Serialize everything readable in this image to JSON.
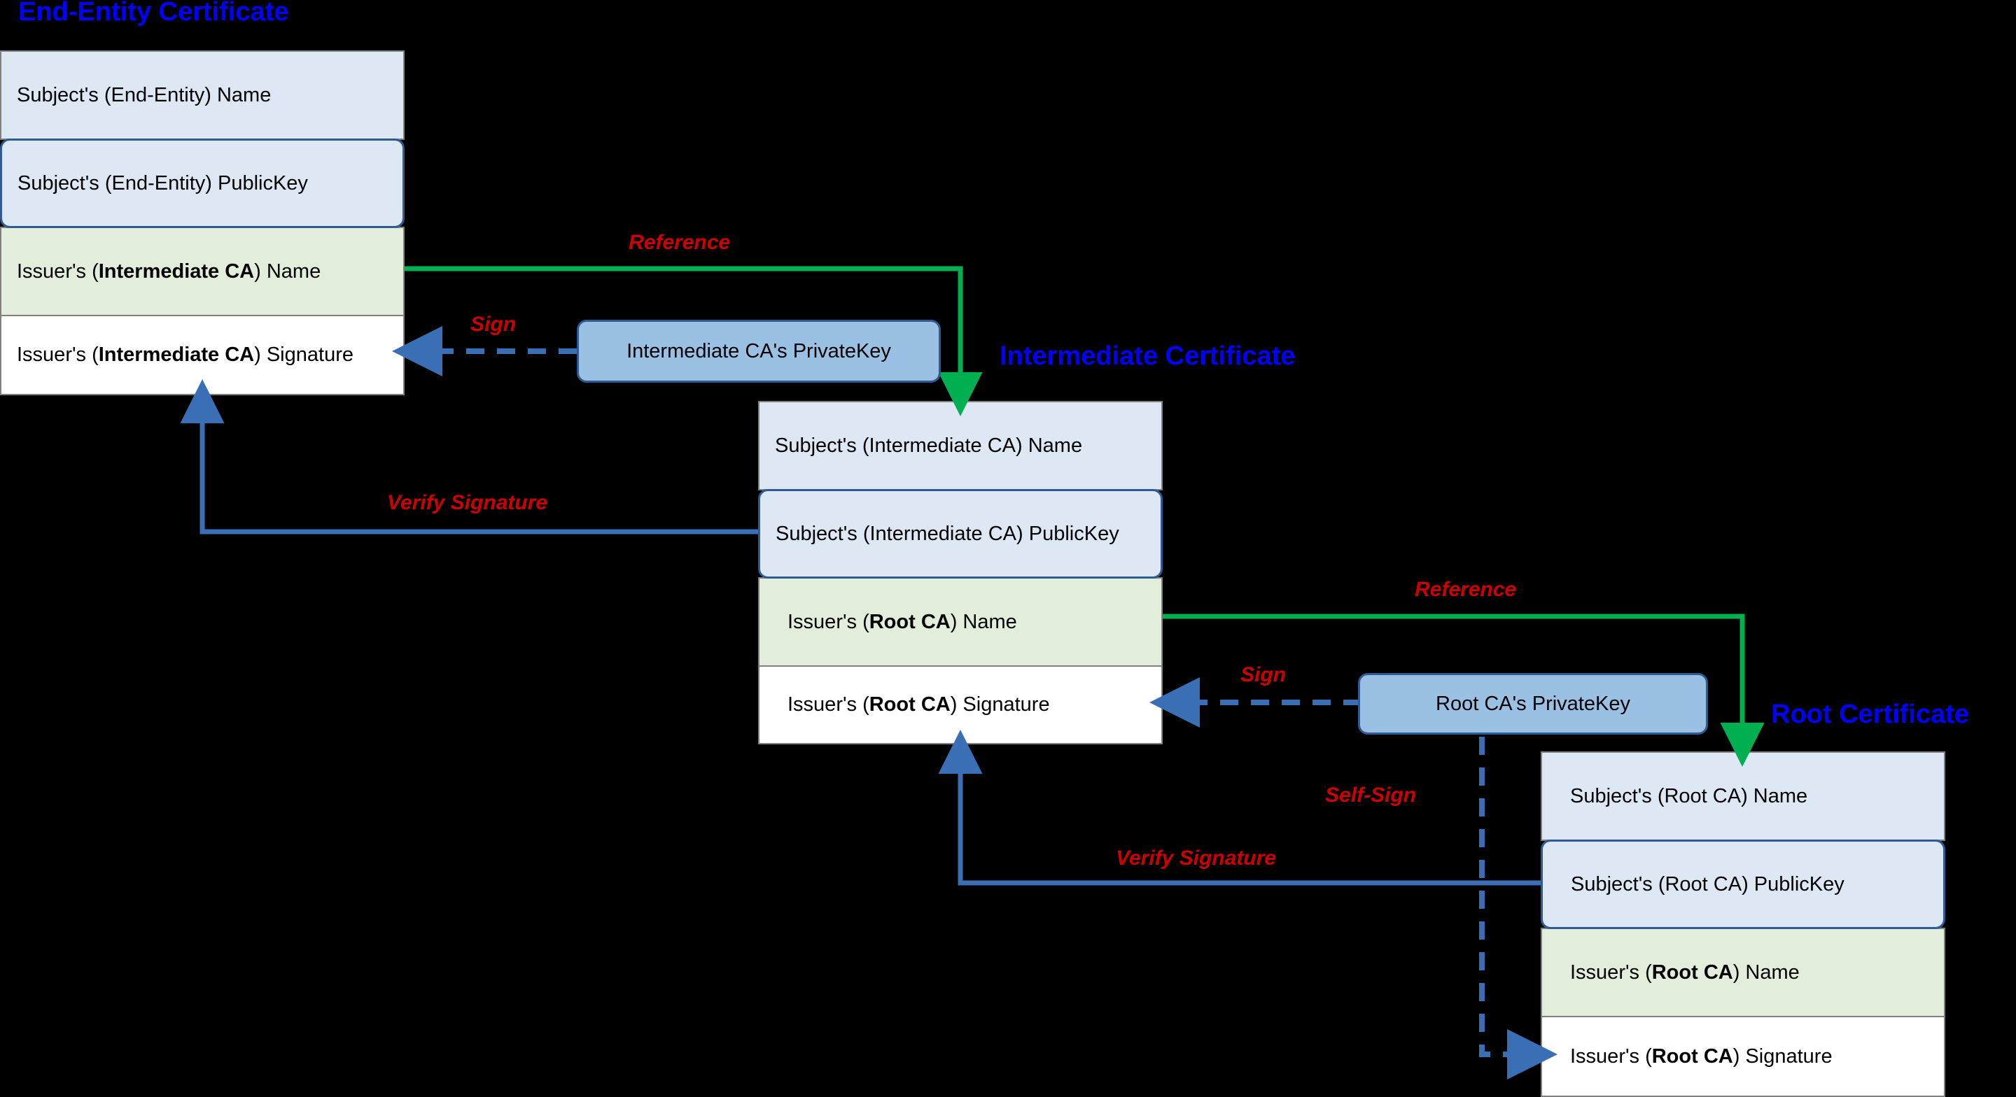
{
  "diagram": {
    "title_color": "#0000FF",
    "label_color": "#CC0000",
    "reference_color": "#00B050",
    "sign_color": "#3A6FB5"
  },
  "certificates": [
    {
      "id": "end-entity",
      "title": "End-Entity Certificate",
      "rows": [
        {
          "kind": "subject-name",
          "text": "Subject's (End-Entity) Name"
        },
        {
          "kind": "subject-pubkey",
          "text": "Subject's (End-Entity) PublicKey"
        },
        {
          "kind": "issuer-name",
          "text_prefix": "Issuer's (",
          "text_bold": "Intermediate CA",
          "text_suffix": ") Name"
        },
        {
          "kind": "issuer-sig",
          "text_prefix": "Issuer's (",
          "text_bold": "Intermediate CA",
          "text_suffix": ") Signature"
        }
      ]
    },
    {
      "id": "intermediate",
      "title": "Intermediate Certificate",
      "rows": [
        {
          "kind": "subject-name",
          "text": "Subject's (Intermediate CA) Name"
        },
        {
          "kind": "subject-pubkey",
          "text": "Subject's (Intermediate CA) PublicKey"
        },
        {
          "kind": "issuer-name",
          "text_prefix": "Issuer's (",
          "text_bold": "Root CA",
          "text_suffix": ") Name"
        },
        {
          "kind": "issuer-sig",
          "text_prefix": "Issuer's (",
          "text_bold": "Root CA",
          "text_suffix": ") Signature"
        }
      ]
    },
    {
      "id": "root",
      "title": "Root Certificate",
      "rows": [
        {
          "kind": "subject-name",
          "text": "Subject's (Root CA) Name"
        },
        {
          "kind": "subject-pubkey",
          "text": "Subject's (Root CA) PublicKey"
        },
        {
          "kind": "issuer-name",
          "text_prefix": "Issuer's (",
          "text_bold": "Root CA",
          "text_suffix": ") Name"
        },
        {
          "kind": "issuer-sig",
          "text_prefix": "Issuer's (",
          "text_bold": "Root CA",
          "text_suffix": ") Signature"
        }
      ]
    }
  ],
  "private_keys": [
    {
      "id": "intermediate-ca-privatekey",
      "label": "Intermediate CA's PrivateKey"
    },
    {
      "id": "root-ca-privatekey",
      "label": "Root CA's PrivateKey"
    }
  ],
  "edges": [
    {
      "id": "reference-top",
      "label": "Reference"
    },
    {
      "id": "sign-top",
      "label": "Sign"
    },
    {
      "id": "verify-signature-top",
      "label": "Verify Signature"
    },
    {
      "id": "reference-bottom",
      "label": "Reference"
    },
    {
      "id": "sign-bottom",
      "label": "Sign"
    },
    {
      "id": "self-sign",
      "label": "Self-Sign"
    },
    {
      "id": "verify-signature-bottom",
      "label": "Verify Signature"
    }
  ]
}
